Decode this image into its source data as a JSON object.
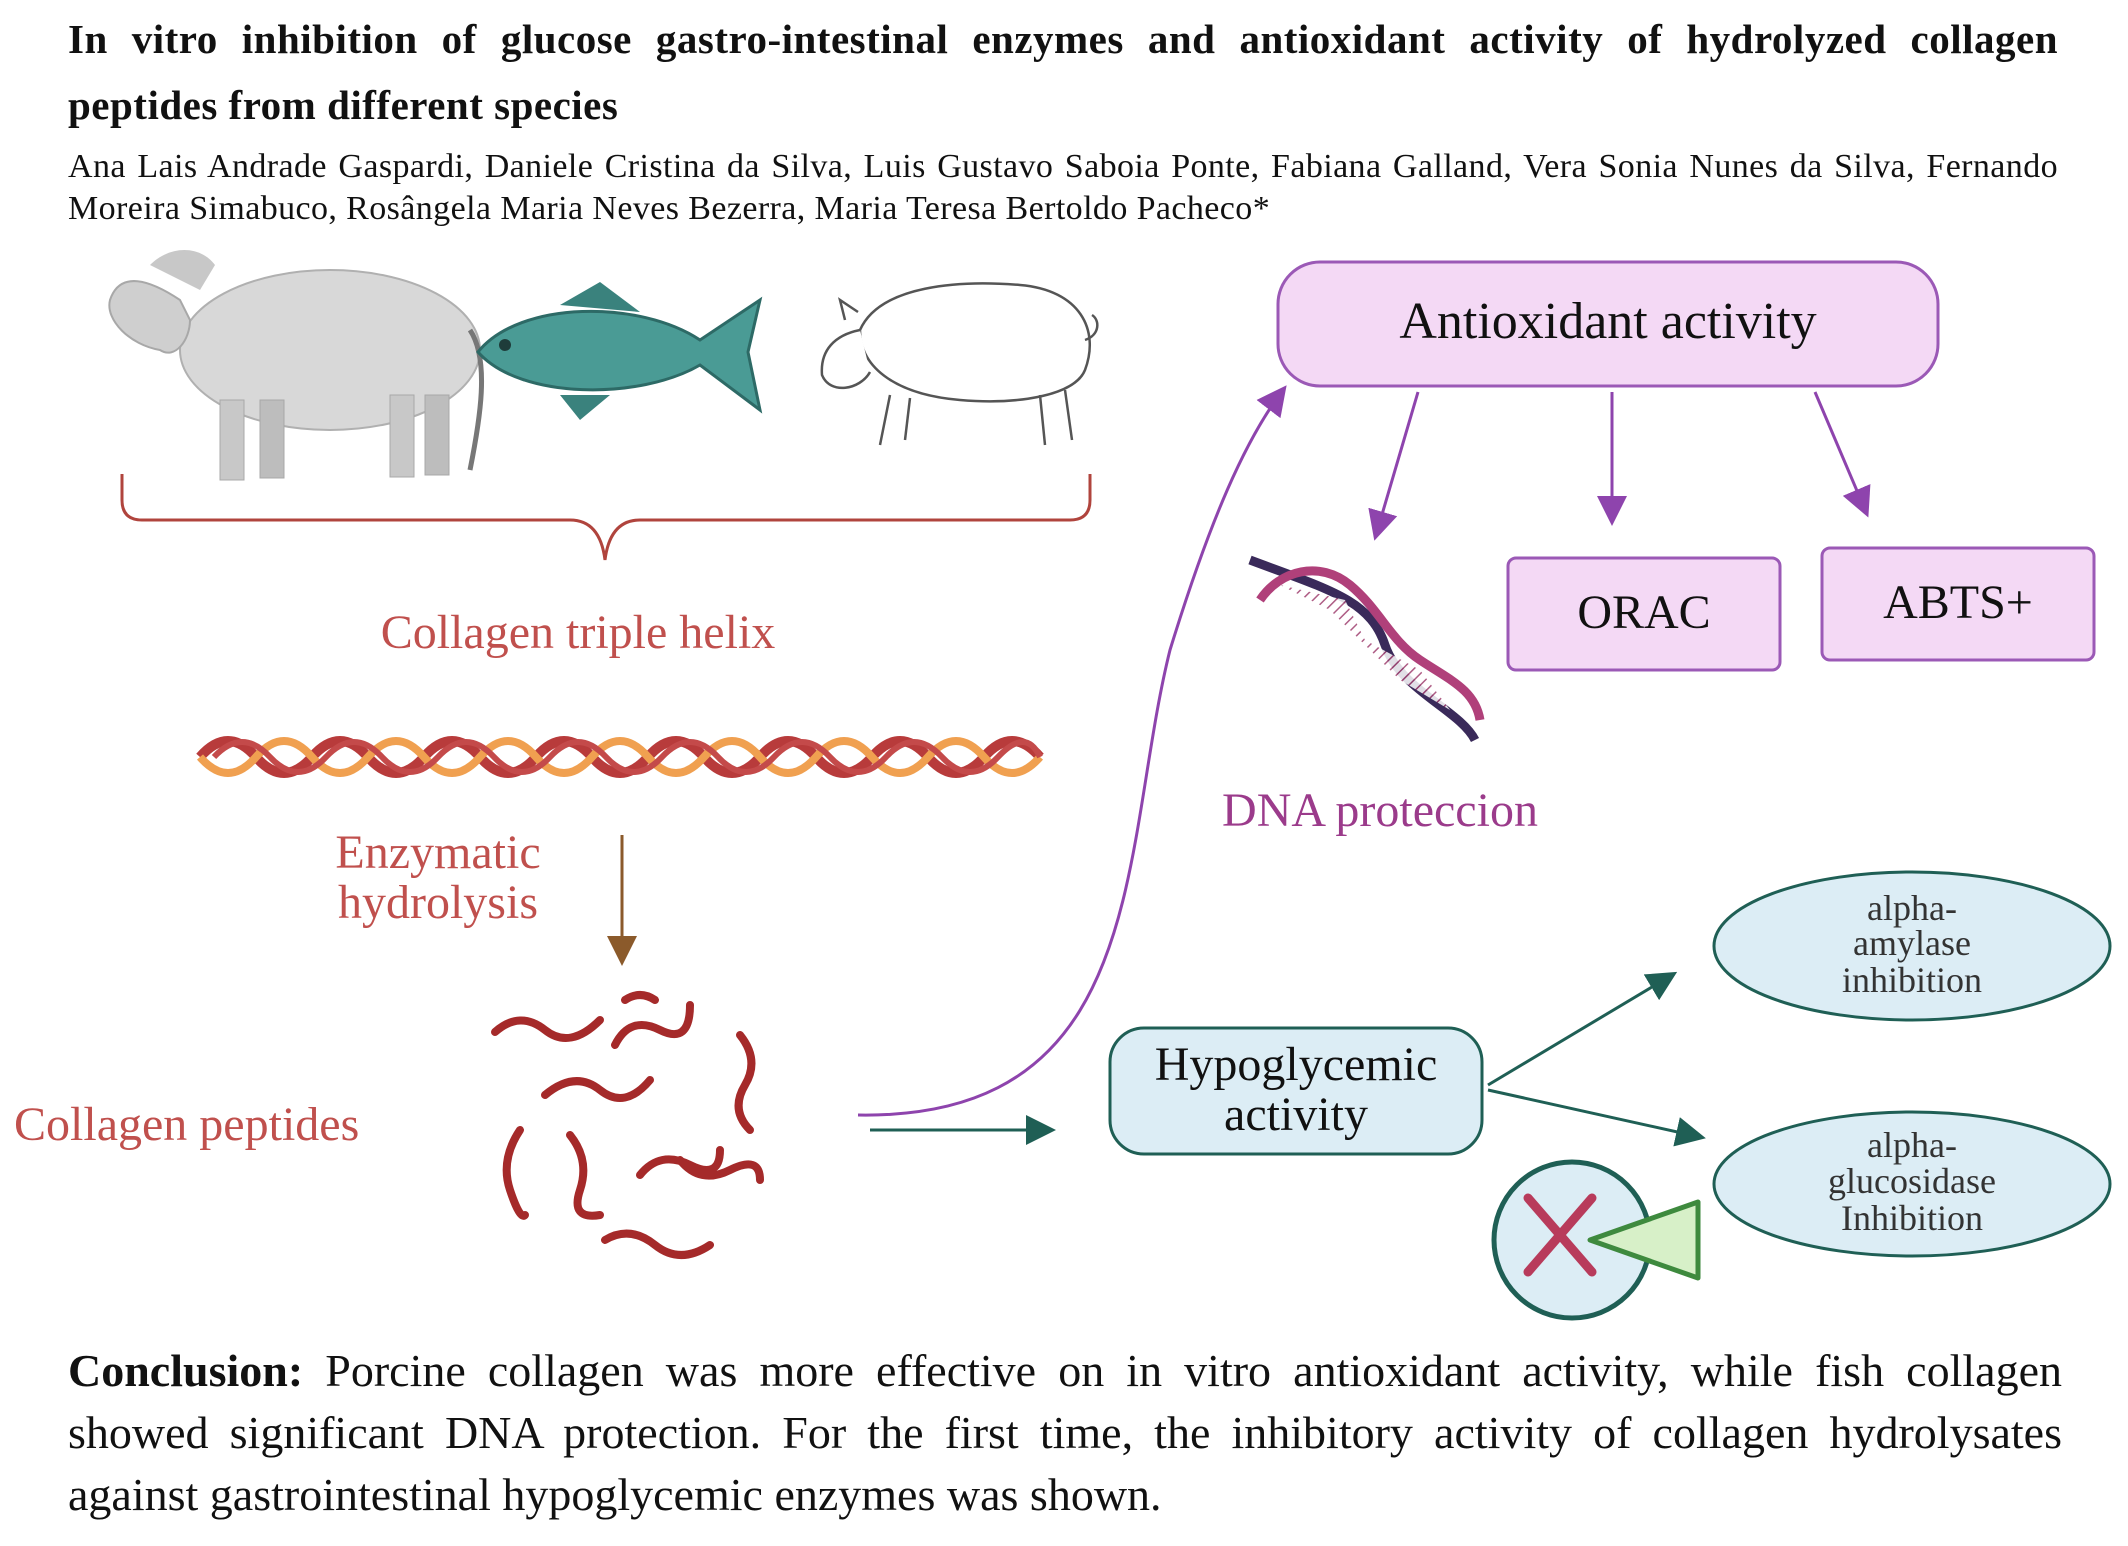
{
  "header": {
    "title": "In vitro inhibition of glucose gastro-intestinal enzymes and antioxidant activity of hydrolyzed collagen peptides from different species",
    "authors": "Ana Lais Andrade Gaspardi, Daniele Cristina da Silva, Luis Gustavo Saboia Ponte, Fabiana Galland, Vera Sonia Nunes da Silva, Fernando Moreira Simabuco, Rosângela Maria Neves Bezerra, Maria Teresa Bertoldo Pacheco*"
  },
  "diagram": {
    "sources": [
      "cow-icon",
      "fish-icon",
      "pig-icon"
    ],
    "collagen_triple_helix": "Collagen triple helix",
    "enzymatic_hydrolysis_line1": "Enzymatic",
    "enzymatic_hydrolysis_line2": "hydrolysis",
    "collagen_peptides": "Collagen peptides",
    "antioxidant_activity": "Antioxidant activity",
    "orac": "ORAC",
    "abts": "ABTS+",
    "dna_protection": "DNA proteccion",
    "hypoglycemic_line1": "Hypoglycemic",
    "hypoglycemic_line2": "activity",
    "amylase_line1": "alpha-",
    "amylase_line2": "amylase",
    "amylase_line3": "inhibition",
    "glucosidase_line1": "alpha-",
    "glucosidase_line2": "glucosidase",
    "glucosidase_line3": "Inhibition",
    "colors": {
      "red_text": "#c0504d",
      "purple": "#8e44ad",
      "purple_fill": "#f4d9f5",
      "teal": "#1f5f55",
      "blue_fill": "#dcedf5",
      "helix_red": "#b83b3b",
      "helix_orange": "#f0a050"
    }
  },
  "conclusion": {
    "label": "Conclusion:",
    "text": " Porcine collagen was more effective on in vitro antioxidant activity, while fish collagen showed significant DNA protection. For the first time, the inhibitory activity of collagen hydrolysates against gastrointestinal hypoglycemic enzymes was shown."
  }
}
